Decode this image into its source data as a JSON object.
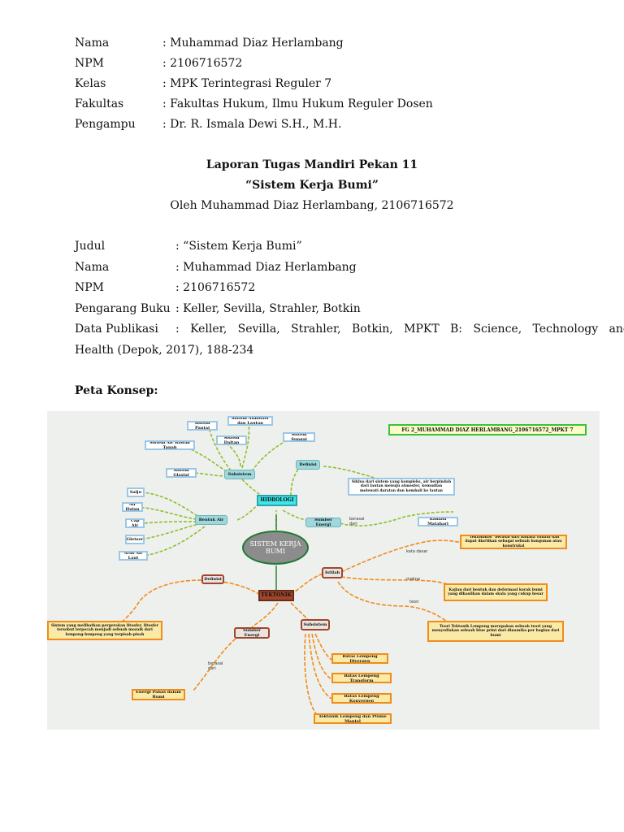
{
  "header": {
    "rows": [
      {
        "label": "Nama",
        "value": ": Muhammad Diaz Herlambang"
      },
      {
        "label": "NPM",
        "value": ": 2106716572"
      },
      {
        "label": "Kelas",
        "value": ": MPK Terintegrasi Reguler 7"
      },
      {
        "label": "Fakultas",
        "value": ": Fakultas Hukum, Ilmu Hukum Reguler Dosen"
      },
      {
        "label": "Pengampu",
        "value": ": Dr. R. Ismala Dewi S.H., M.H."
      }
    ]
  },
  "report": {
    "title": "Laporan Tugas Mandiri Pekan 11",
    "subtitle": "“Sistem Kerja Bumi”",
    "byline": "Oleh Muhammad Diaz Herlambang, 2106716572"
  },
  "book": {
    "rows": [
      {
        "label": "Judul",
        "value": ": “Sistem Kerja Bumi”"
      },
      {
        "label": "Nama",
        "value": ": Muhammad Diaz Herlambang"
      },
      {
        "label": "NPM",
        "value": ": 2106716572"
      },
      {
        "label": "Pengarang Buku",
        "value": ":  Keller, Sevilla, Strahler, Botkin"
      }
    ],
    "publication_label": "Data Publikasi",
    "publication_line1": ":   Keller,   Sevilla,   Strahler,   Botkin,   MPKT   B:   Science,   Technology   and",
    "publication_line2": "Health (Depok, 2017), 188-234"
  },
  "concept_map": {
    "heading": "Peta Konsep:",
    "banner": "FG 2_MUHAMMAD DIAZ HERLAMBANG_2106716572_MPKT 7",
    "core": "SISTEM KERJA BUMI",
    "hidrologi": {
      "label": "HIDROLOGI",
      "subsistem": "Subsistem",
      "subsystems": [
        "Sistem Pantai",
        "Sistem Atmosfer dan Lautan",
        "Sistem Air Bawah Tanah",
        "Sistem Daltan",
        "Sistem Sungai",
        "Sistem Glasial"
      ],
      "definisi": "Definisi",
      "definition_text": "Siklus dari sistem yang kompleks, air berpindah dari lautan menuju atmosfer, kemudian melewati daratan dan kembali ke lautan",
      "bentuk_air": "Bentuk Air",
      "forms": [
        "Salju",
        "Air Hujan",
        "Uap Air",
        "Gletser",
        "Arus Air Laut"
      ],
      "sumber_energi": "Sumber Energi",
      "edge_label": "berasal dari",
      "energy_source": "Radiasi Matahari"
    },
    "tektonik": {
      "label": "TEKTONIK",
      "definisi": "Definisi",
      "definition_text": "Sistem yang melibatkan pergerakan litosfer, litosfer tersebut terpecah menjadi sebuah mozaik dari lempeng-lempeng yang terpisah-pisah",
      "istilah": "Istilah",
      "edge_kata_dasar": "kata dasar",
      "kata_dasar_text": "\"Tektonikos\" berasal dari bahasa Yunani dan dapat diartikan sebagai sebuah bangunan atau konstruksi",
      "edge_makna": "makna",
      "makna_text": "Kajian dari bentuk dan deformasi kerak bumi yang dihasilkan dalam skala yang cukup besar",
      "edge_teori": "teori",
      "teori_text": "Teori Tektonik Lempeng merupakan sebuah teori yang menyediakan sebuah blue print dari dinamika per bagian dari bumi",
      "sumber_energi": "Sumber Energi",
      "edge_label": "berasal dari",
      "energy_source": "Energi Panas dalam Bumi",
      "subsistem": "Subsistem",
      "subsystems": [
        "Batas Lempeng Divergen",
        "Batas Lempeng Transform",
        "Batas Lempeng Konvergen",
        "Tektonik Lempeng dan Plume Mantel"
      ]
    },
    "colors": {
      "hidrologi_lines": "#8fbf2a",
      "tektonik_lines": "#f08c1a",
      "core_fill": "#8c8c8c",
      "core_border": "#1f7a34"
    }
  }
}
